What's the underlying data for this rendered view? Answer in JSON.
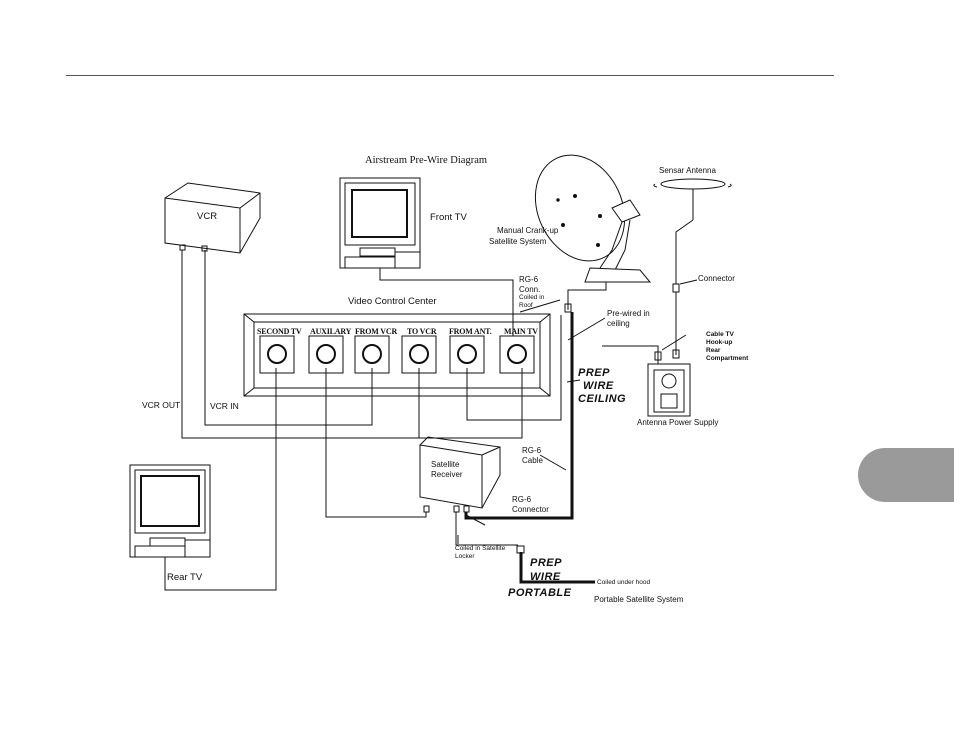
{
  "diagram": {
    "title": "Airstream Pre-Wire Diagram",
    "components": {
      "vcr": "VCR",
      "front_tv": "Front TV",
      "rear_tv": "Rear TV",
      "sensar_antenna": "Sensar Antenna",
      "satellite_line1": "Manual Crank-up",
      "satellite_line2": "Satellite System",
      "connector": "Connector",
      "rg6_conn_line1": "RG-6",
      "rg6_conn_line2": "Conn.",
      "coiled_roof_line1": "Coiled in",
      "coiled_roof_line2": "Roof",
      "video_control_center": "Video Control Center",
      "prewired_line1": "Pre-wired in",
      "prewired_line2": "ceiling",
      "cable_tv_line1": "Cable TV",
      "cable_tv_line2": "Hook-up",
      "cable_tv_line3": "Rear",
      "cable_tv_line4": "Compartment",
      "prep_ceiling_line1": "PREP",
      "prep_ceiling_line2": "WIRE",
      "prep_ceiling_line3": "CEILING",
      "antenna_power_supply": "Antenna Power Supply",
      "vcr_out": "VCR OUT",
      "vcr_in": "VCR IN",
      "rg6_cable_line1": "RG-6",
      "rg6_cable_line2": "Cable",
      "satellite_receiver_line1": "Satellite",
      "satellite_receiver_line2": "Receiver",
      "rg6_connector_line1": "RG-6",
      "rg6_connector_line2": "Connector",
      "coiled_locker_line1": "Coiled in Satellite",
      "coiled_locker_line2": "Locker",
      "prep_portable_line1": "PREP",
      "prep_portable_line2": "WIRE",
      "prep_portable_line3": "PORTABLE",
      "coiled_hood": "Coiled under hood",
      "portable_satellite": "Portable Satellite System"
    },
    "jacks": [
      "SECOND TV",
      "AUXILARY",
      "FROM VCR",
      "TO VCR",
      "FROM ANT.",
      "MAIN TV"
    ]
  },
  "colors": {
    "line": "#111111",
    "tab": "#9a9a9a"
  }
}
